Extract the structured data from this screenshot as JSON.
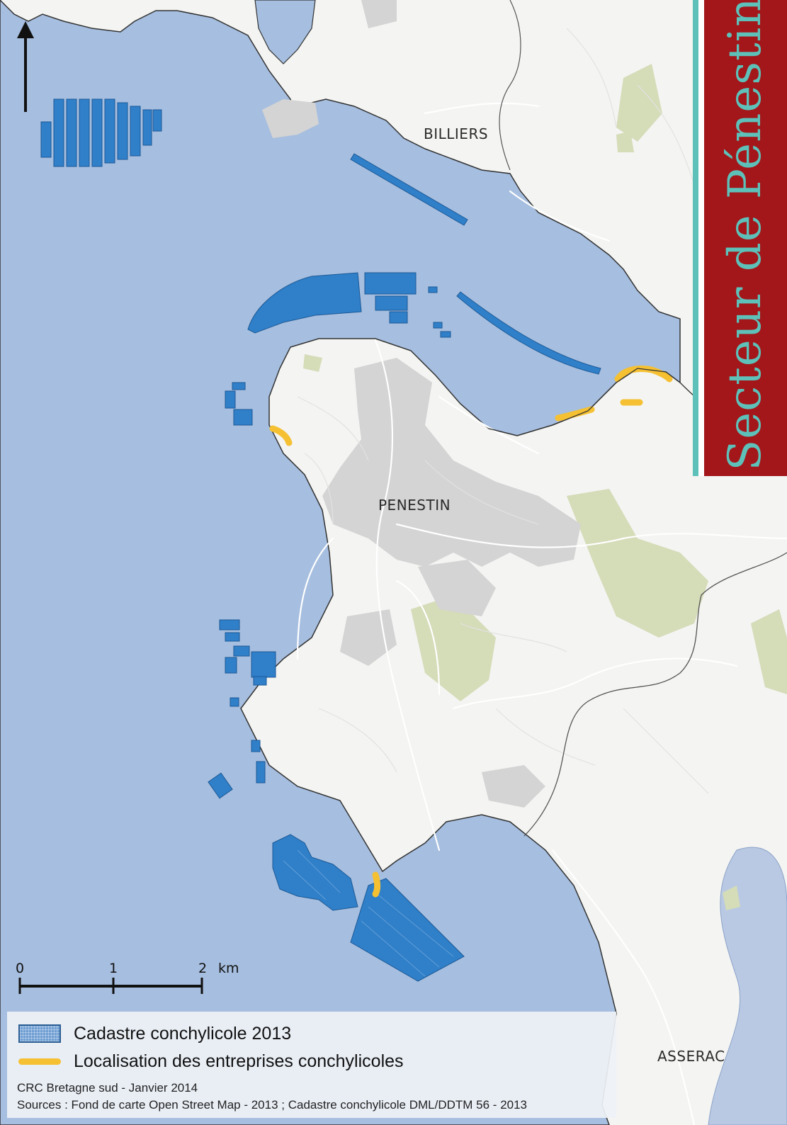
{
  "title": "Secteur de Pénestin",
  "places": {
    "billiers": "BILLIERS",
    "penestin": "PENESTIN",
    "asserac": "ASSERAC"
  },
  "scale_bar": {
    "ticks": [
      "0",
      "1",
      "2"
    ],
    "unit": "km"
  },
  "legend": {
    "cadastre": "Cadastre conchylicole 2013",
    "entreprises": "Localisation des entreprises conchylicoles"
  },
  "credits": {
    "author": "CRC Bretagne sud - Janvier 2014",
    "sources": "Sources : Fond de carte Open Street Map - 2013 ; Cadastre conchylicole DML/DDTM 56 - 2013"
  },
  "colors": {
    "sea": "#a6bedf",
    "land": "#f4f4f2",
    "urban": "#d4d4d4",
    "forest": "#d5dcb8",
    "cadastre": "#2f7fc9",
    "entreprises": "#f5c032",
    "title_band": "#a3161a",
    "title_text": "#5ec1b9"
  },
  "icons": {
    "north_arrow": "north-arrow-icon"
  }
}
